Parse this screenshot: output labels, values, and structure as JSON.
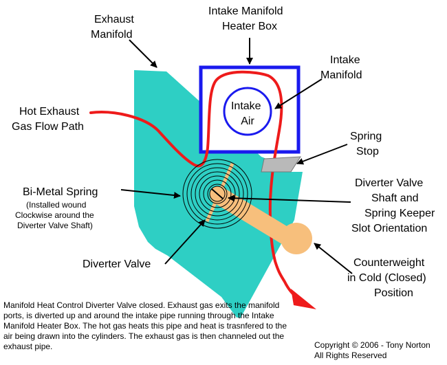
{
  "labels": {
    "exhaust_manifold": [
      "Exhaust",
      "Manifold"
    ],
    "heater_box": [
      "Intake Manifold",
      "Heater Box"
    ],
    "intake_manifold": [
      "Intake",
      "Manifold"
    ],
    "intake_air": [
      "Intake",
      "Air"
    ],
    "hot_gas_path": [
      "Hot Exhaust",
      "Gas Flow Path"
    ],
    "spring_stop": [
      "Spring",
      "Stop"
    ],
    "bimetal_spring": "Bi-Metal Spring",
    "bimetal_note": [
      "(Installed wound",
      "Clockwise around the",
      "Diverter Valve Shaft)"
    ],
    "valve_shaft": [
      "Diverter Valve",
      "Shaft and",
      "Spring Keeper",
      "Slot Orientation"
    ],
    "diverter_valve": "Diverter Valve",
    "counterweight": [
      "Counterweight",
      "in Cold (Closed)",
      "Position"
    ]
  },
  "caption": "Manifold Heat Control Diverter Valve closed.  Exhaust gas exits the manifold ports, is diverted up and around the intake pipe running through the Intake Manifold Heater Box.  The hot gas heats this pipe and heat is trasnfered to the air being drawn into the cylinders.  The exhaust gas is then channeled out the exhaust pipe.",
  "copyright": [
    "Copyright © 2006 - Tony Norton",
    "All Rights Reserved"
  ],
  "colors": {
    "manifold": "#2ecfc4",
    "heater_box": "#1a1aee",
    "gas_path": "#ee1b1b",
    "counterweight": "#f7bf7c",
    "spring_stop": "#b9b9b9"
  }
}
